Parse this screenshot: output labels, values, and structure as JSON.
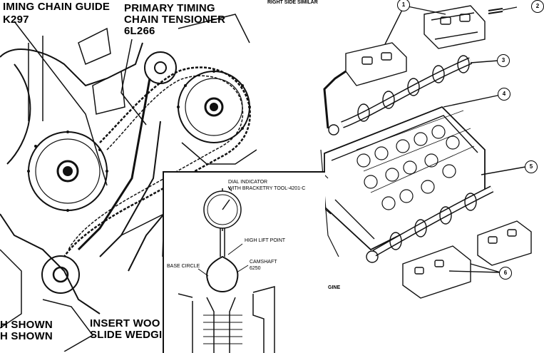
{
  "left_diagram": {
    "labels": {
      "chain_guide_title": "IMING CHAIN GUIDE",
      "chain_guide_part": "K297",
      "tensioner_title_1": "PRIMARY TIMING",
      "tensioner_title_2": "CHAIN TENSIONER",
      "tensioner_part": "6L266",
      "shown_1": "H SHOWN",
      "shown_2": "H SHOWN",
      "insert_1": "INSERT WOO",
      "insert_2": "SLIDE WEDGI"
    }
  },
  "inset_diagram": {
    "labels": {
      "dial_indicator_1": "DIAL INDICATOR",
      "dial_indicator_2": "WITH BRACKETRY TOOL-4201-C",
      "high_lift_point": "HIGH LIFT POINT",
      "base_circle": "BASE CIRCLE",
      "camshaft": "CAMSHAFT",
      "camshaft_part": "6250"
    }
  },
  "right_diagram": {
    "labels": {
      "right_side_similar": "RIGHT SIDE SIMILAR",
      "engine_partial": "GINE"
    },
    "callouts": [
      "1",
      "2",
      "3",
      "4",
      "5",
      "6"
    ]
  }
}
